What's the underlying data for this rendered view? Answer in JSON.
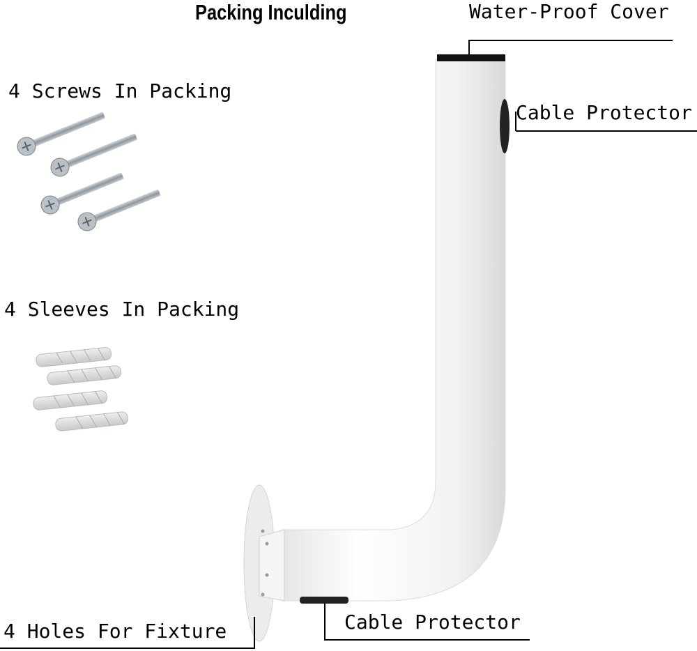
{
  "title": "Packing Inculding",
  "labels": {
    "waterproof_cover": "Water-Proof Cover",
    "cable_protector_top": "Cable Protector",
    "cable_protector_bottom": "Cable Protector",
    "screws": "4 Screws In Packing",
    "sleeves": "4 Sleeves In Packing",
    "holes": "4 Holes For Fixture"
  },
  "colors": {
    "background": "#ffffff",
    "bracket": "#f4f4f4",
    "cap": "#111111",
    "screw": "#a9b0b6",
    "sleeve": "#d7d9db"
  }
}
